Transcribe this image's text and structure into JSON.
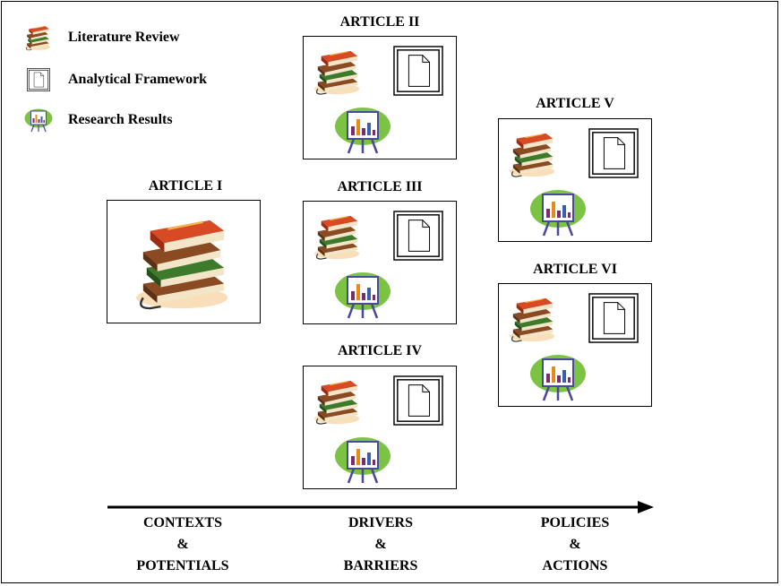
{
  "legend": {
    "items": [
      {
        "icon": "books-icon",
        "label": "Literature Review"
      },
      {
        "icon": "document-icon",
        "label": "Analytical Framework"
      },
      {
        "icon": "presentation-chart-icon",
        "label": "Research Results"
      }
    ]
  },
  "articles": [
    {
      "title": "ARTICLE I",
      "components": [
        "books-icon"
      ]
    },
    {
      "title": "ARTICLE II",
      "components": [
        "books-icon",
        "document-icon",
        "presentation-chart-icon"
      ]
    },
    {
      "title": "ARTICLE III",
      "components": [
        "books-icon",
        "document-icon",
        "presentation-chart-icon"
      ]
    },
    {
      "title": "ARTICLE IV",
      "components": [
        "books-icon",
        "document-icon",
        "presentation-chart-icon"
      ]
    },
    {
      "title": "ARTICLE V",
      "components": [
        "books-icon",
        "document-icon",
        "presentation-chart-icon"
      ]
    },
    {
      "title": "ARTICLE VI",
      "components": [
        "books-icon",
        "document-icon",
        "presentation-chart-icon"
      ]
    }
  ],
  "timeline": {
    "phases": [
      {
        "line1": "CONTEXTS",
        "line2": "&",
        "line3": "POTENTIALS"
      },
      {
        "line1": "DRIVERS",
        "line2": "&",
        "line3": "BARRIERS"
      },
      {
        "line1": "POLICIES",
        "line2": "&",
        "line3": "ACTIONS"
      }
    ]
  },
  "colors": {
    "book_red": "#c8391f",
    "book_green": "#3d7a2b",
    "book_brown": "#8a4b22",
    "chart_green": "#7cc243",
    "chart_bar_purple": "#7a2d6e",
    "chart_bar_orange": "#e8891c",
    "line_black": "#000000"
  }
}
